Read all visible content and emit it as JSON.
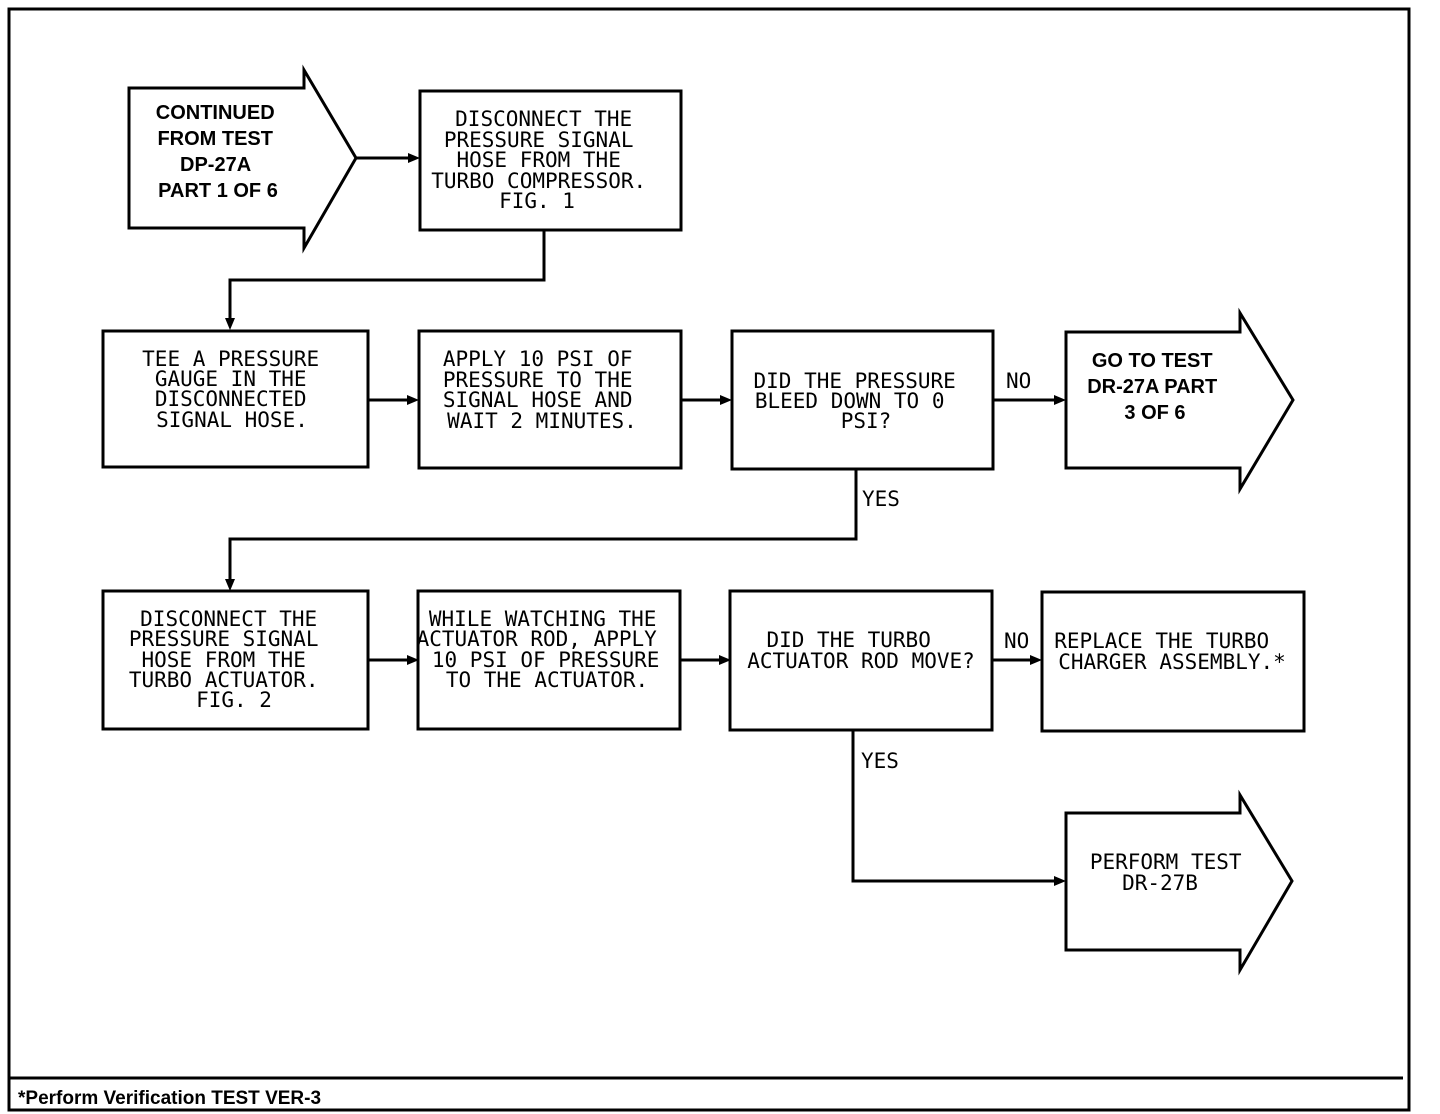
{
  "nodes": {
    "continued": [
      "CONTINUED",
      "FROM TEST",
      "DP-27A",
      "PART 1 OF 6"
    ],
    "disconnect_compressor": [
      "DISCONNECT THE",
      "PRESSURE SIGNAL",
      "HOSE FROM THE",
      "TURBO COMPRESSOR.",
      "FIG. 1"
    ],
    "tee_gauge": [
      "TEE A PRESSURE",
      "GAUGE IN THE",
      "DISCONNECTED",
      "SIGNAL HOSE."
    ],
    "apply_10psi": [
      "APPLY 10 PSI OF",
      "PRESSURE TO THE",
      "SIGNAL HOSE AND",
      "WAIT 2 MINUTES."
    ],
    "bleed_question": [
      "DID THE PRESSURE",
      "BLEED DOWN TO 0",
      "PSI?"
    ],
    "go_to_test": [
      "GO TO TEST",
      "DR-27A PART",
      "3 OF 6"
    ],
    "disconnect_actuator": [
      "DISCONNECT THE",
      "PRESSURE SIGNAL",
      "HOSE FROM THE",
      "TURBO ACTUATOR.",
      "FIG. 2"
    ],
    "watch_actuator": [
      "WHILE WATCHING THE",
      "ACTUATOR ROD, APPLY",
      "10 PSI OF PRESSURE",
      "TO THE ACTUATOR."
    ],
    "rod_question": [
      "DID THE TURBO",
      "ACTUATOR ROD MOVE?"
    ],
    "replace_turbo": [
      "REPLACE THE TURBO",
      "CHARGER ASSEMBLY.*"
    ],
    "perform_test": [
      "PERFORM TEST",
      "DR-27B"
    ]
  },
  "edge_labels": {
    "bleed_no": "NO",
    "bleed_yes": "YES",
    "rod_no": "NO",
    "rod_yes": "YES"
  },
  "footnote": "*Perform Verification TEST VER-3"
}
